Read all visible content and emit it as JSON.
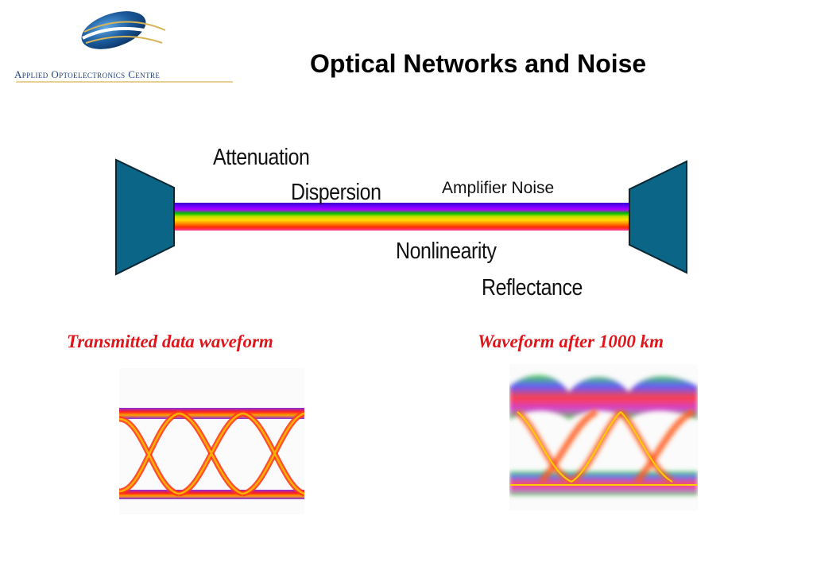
{
  "logo": {
    "organization": "Applied Optoelectronics Centre",
    "colors": {
      "blue": "#1b5a9c",
      "gold": "#d8b458",
      "text": "#1f3f7a"
    }
  },
  "title": "Optical Networks and Noise",
  "diagram": {
    "impairments": [
      {
        "label": "Attenuation"
      },
      {
        "label": "Dispersion"
      },
      {
        "label": "Amplifier Noise"
      },
      {
        "label": "Nonlinearity"
      },
      {
        "label": "Reflectance"
      }
    ],
    "colors": {
      "terminal": "#0a6587",
      "terminal_edge": "#0b2633"
    }
  },
  "waveforms": {
    "transmitted_caption": "Transmitted data waveform",
    "received_caption": "Waveform after 1000 km",
    "caption_color": "#e0141b"
  }
}
